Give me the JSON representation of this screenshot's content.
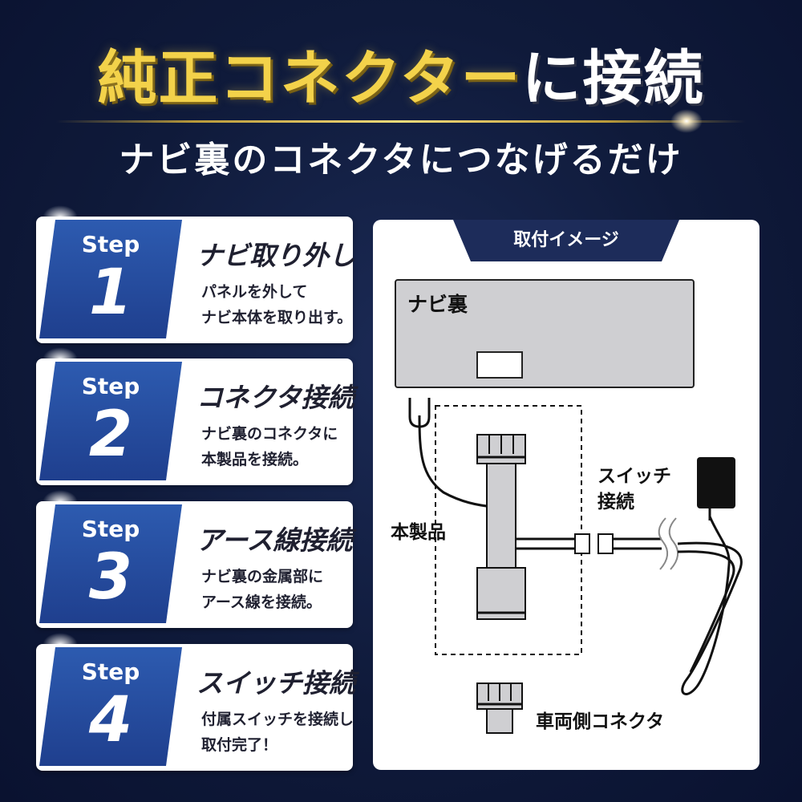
{
  "header": {
    "title_gold": "純正コネクター",
    "title_white": "に接続",
    "subtitle": "ナビ裏のコネクタにつなげるだけ"
  },
  "steps": [
    {
      "word": "Step",
      "number": "1",
      "heading": "ナビ取り外し",
      "lines": [
        "パネルを外して",
        "ナビ本体を取り出す。"
      ]
    },
    {
      "word": "Step",
      "number": "2",
      "heading": "コネクタ接続",
      "lines": [
        "ナビ裏のコネクタに",
        "本製品を接続。"
      ]
    },
    {
      "word": "Step",
      "number": "3",
      "heading": "アース線接続",
      "lines": [
        "ナビ裏の金属部に",
        "アース線を接続。"
      ]
    },
    {
      "word": "Step",
      "number": "4",
      "heading": "スイッチ接続",
      "lines": [
        "付属スイッチを接続し",
        "取付完了！"
      ]
    }
  ],
  "diagram": {
    "tab_label": "取付イメージ",
    "navi_label": "ナビ裏",
    "product_label": "本製品",
    "switch_label_1": "スイッチ",
    "switch_label_2": "接続",
    "vehicle_connector_label": "車両側コネクタ"
  },
  "colors": {
    "gold": "#f3d24a",
    "navy": "#1d2c5a",
    "step_blue": "#2d5bb0"
  }
}
